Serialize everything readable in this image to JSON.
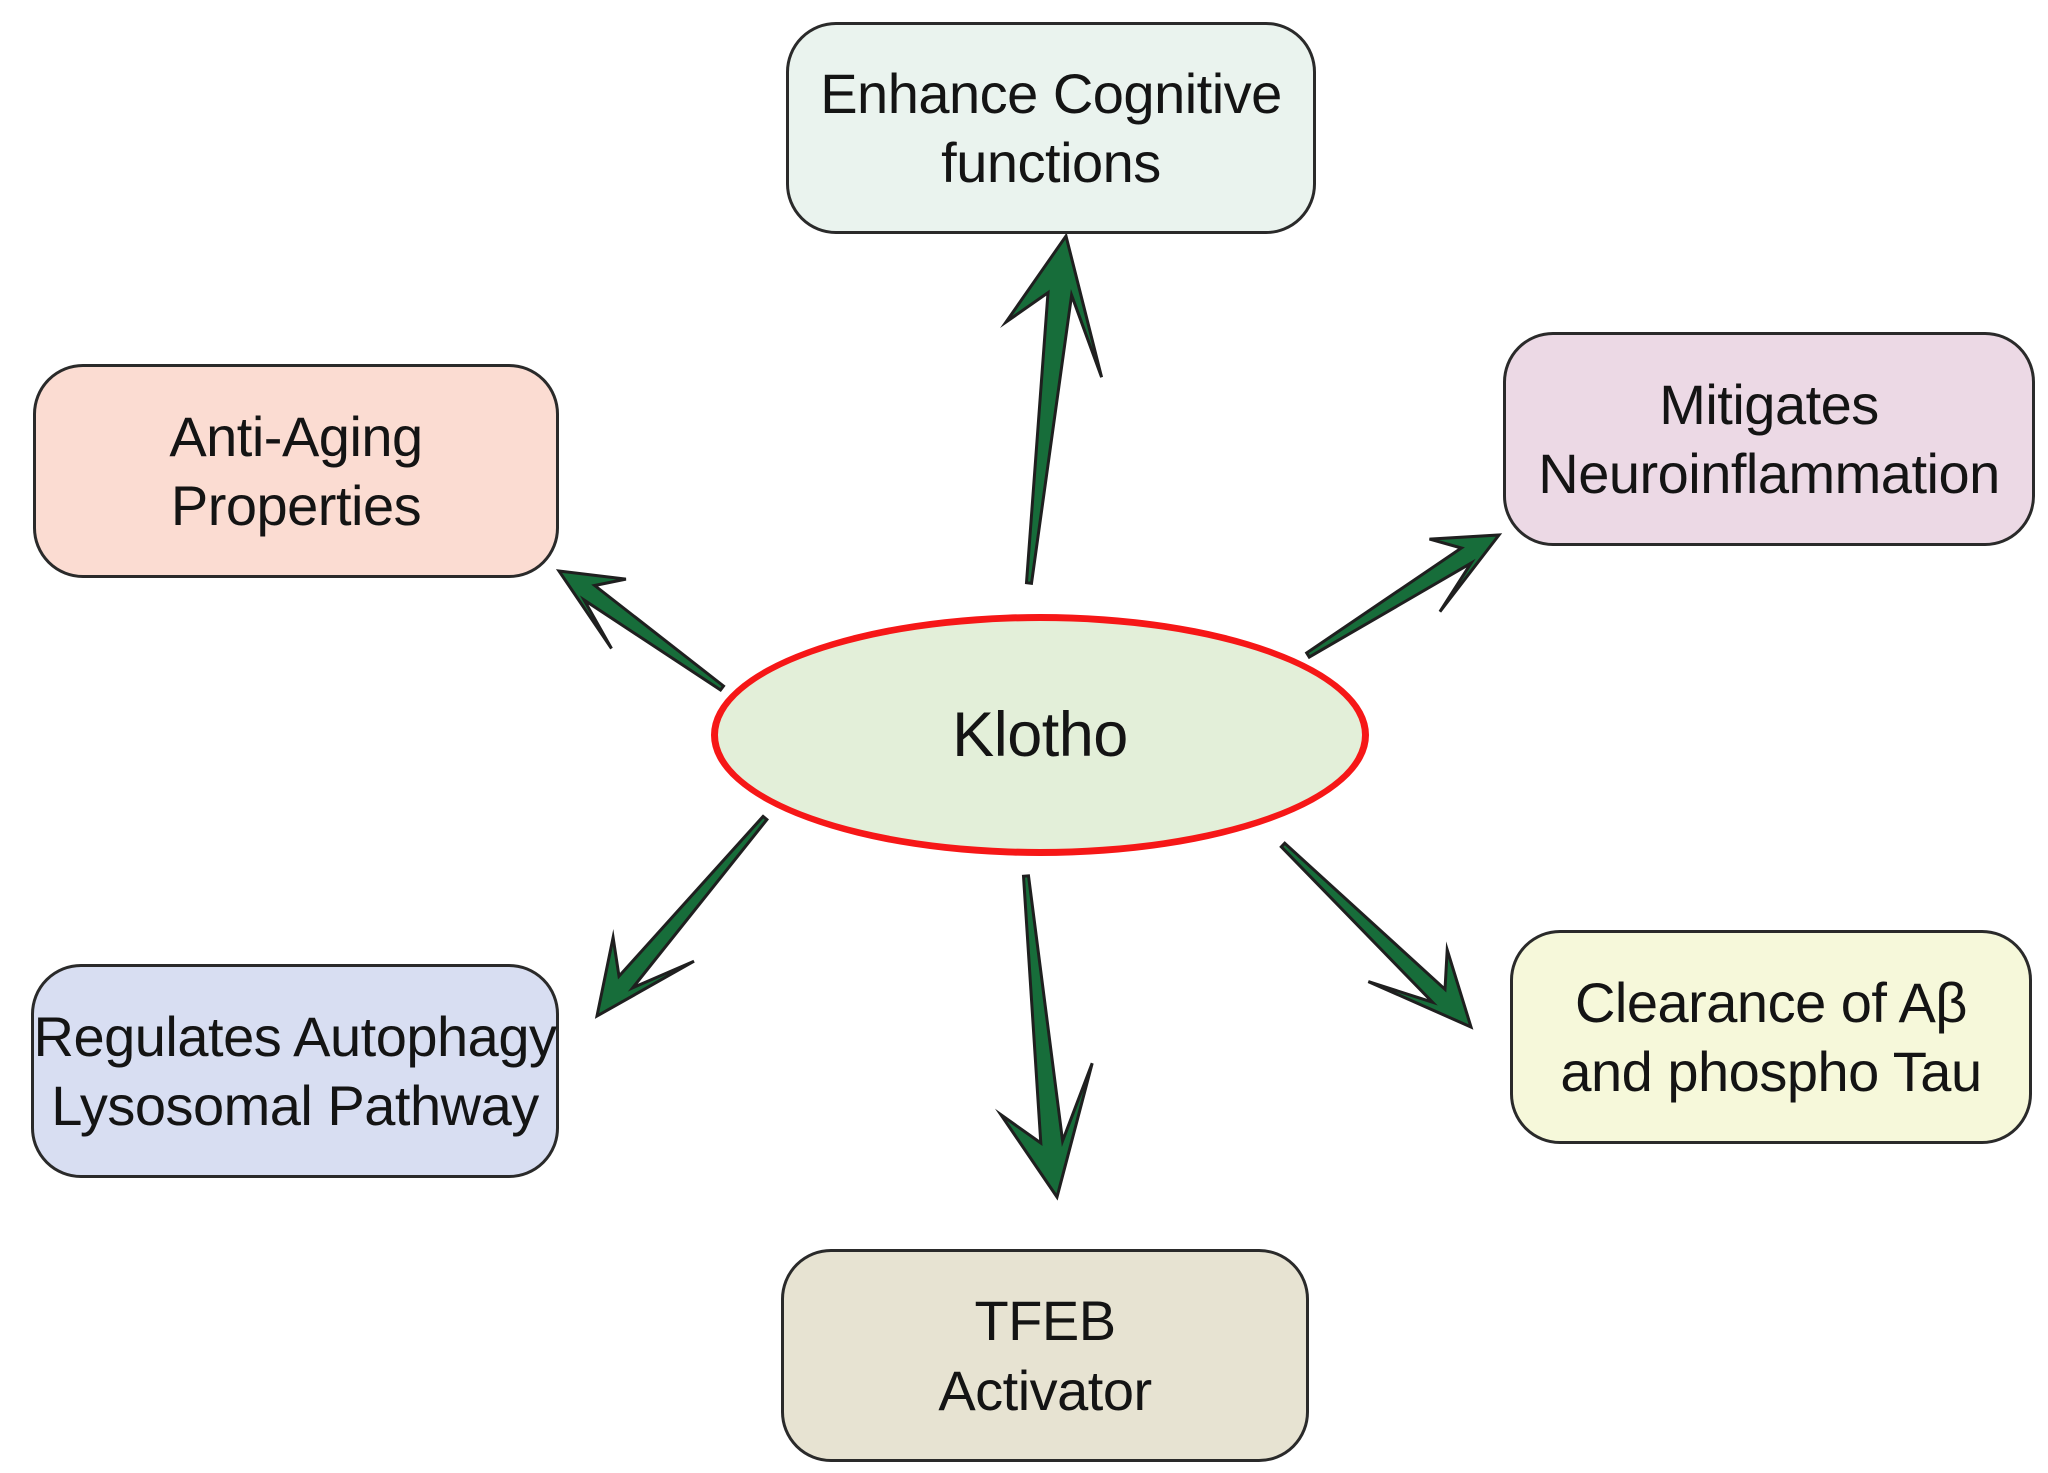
{
  "diagram": {
    "center_node": {
      "id": "klotho",
      "label": "Klotho",
      "fill": "#e3efd9",
      "border_color": "#f61717"
    },
    "nodes": [
      {
        "id": "enhance-cognitive-functions",
        "line1": "Enhance Cognitive",
        "line2": "functions",
        "fill": "#eaf3ee"
      },
      {
        "id": "mitigates-neuroinflammation",
        "line1": "Mitigates",
        "line2": "Neuroinflammation",
        "fill": "#ecd9e5"
      },
      {
        "id": "clearance-abeta-phospho-tau",
        "line1": "Clearance of Aβ",
        "line2": "and phospho Tau",
        "fill": "#f6f8da"
      },
      {
        "id": "tfeb-activator",
        "line1": "TFEB",
        "line2": "Activator",
        "fill": "#e7e3d2"
      },
      {
        "id": "regulates-autophagy-lysosomal-pathway",
        "line1": "Regulates Autophagy",
        "line2": "Lysosomal Pathway",
        "fill": "#d8def2"
      },
      {
        "id": "anti-aging-properties",
        "line1": "Anti-Aging",
        "line2": "Properties",
        "fill": "#fbdcd2"
      }
    ],
    "arrows": [
      {
        "from": "Klotho",
        "to": "Enhance Cognitive functions",
        "to_id": "enhance-cognitive-functions"
      },
      {
        "from": "Klotho",
        "to": "Mitigates Neuroinflammation",
        "to_id": "mitigates-neuroinflammation"
      },
      {
        "from": "Klotho",
        "to": "Clearance of Aβ and phospho Tau",
        "to_id": "clearance-abeta-phospho-tau"
      },
      {
        "from": "Klotho",
        "to": "TFEB Activator",
        "to_id": "tfeb-activator"
      },
      {
        "from": "Klotho",
        "to": "Regulates Autophagy Lysosomal Pathway",
        "to_id": "regulates-autophagy-lysosomal-pathway"
      },
      {
        "from": "Klotho",
        "to": "Anti-Aging Properties",
        "to_id": "anti-aging-properties"
      }
    ],
    "arrow_fill_color": "#176d3a",
    "arrow_outline_color": "#1f1f1f",
    "node_border_color": "#2a2a2a",
    "background_color": "#ffffff"
  }
}
